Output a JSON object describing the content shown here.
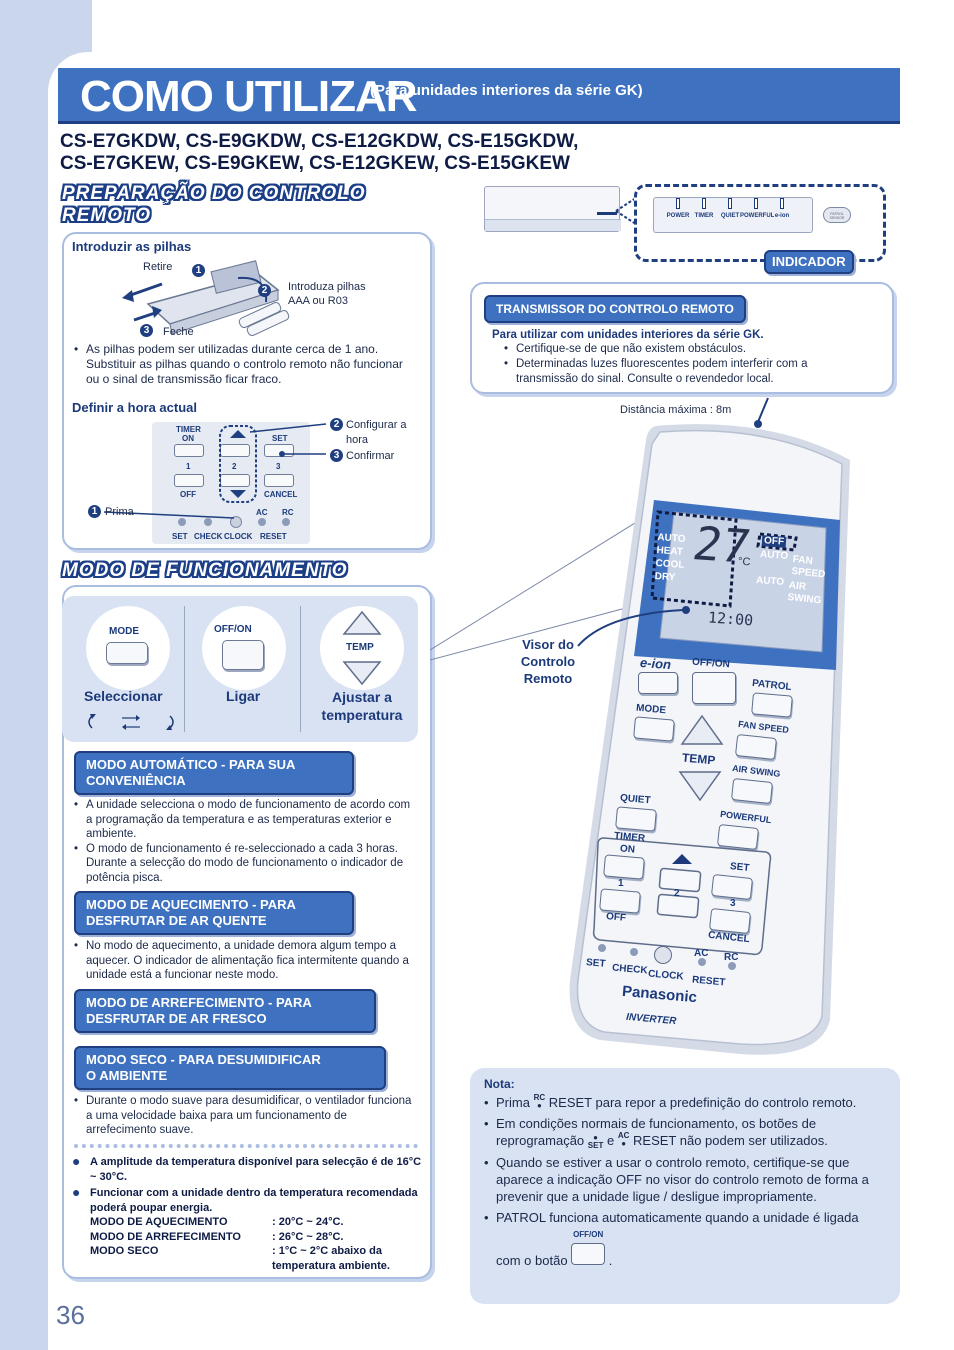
{
  "page": {
    "title": "COMO UTILIZAR",
    "subtitle": "(Para unidades interiores da série GK)",
    "models_line1": "CS-E7GKDW, CS-E9GKDW, CS-E12GKDW, CS-E15GKDW,",
    "models_line2": "CS-E7GKEW, CS-E9GKEW, CS-E12GKEW, CS-E15GKEW",
    "page_number": "36"
  },
  "indicator": {
    "label": "INDICADOR",
    "lamps": [
      "POWER",
      "TIMER",
      "QUIET",
      "POWERFUL",
      "e-ion"
    ],
    "patrol_text": "PATROL SENSOR"
  },
  "prep": {
    "heading_line1": "PREPARAÇÃO DO CONTROLO",
    "heading_line2": "REMOTO",
    "batteries_title": "Introduzir as pilhas",
    "step1": "Retire",
    "step2a": "Introduza pilhas",
    "step2b": "AAA ou R03",
    "step3": "Feche",
    "battery_note": "As pilhas podem ser utilizadas durante cerca de 1 ano. Substituir as pilhas quando o controlo remoto não funcionar ou o sinal de transmissão ficar fraco.",
    "clock_title": "Definir a hora actual",
    "clock_step2a": "Configurar a",
    "clock_step2b": "hora",
    "clock_step3": "Confirmar",
    "clock_step1": "Prima",
    "mini_labels": {
      "timer": "TIMER",
      "on": "ON",
      "set": "SET",
      "one": "1",
      "two": "2",
      "three": "3",
      "off": "OFF",
      "cancel": "CANCEL",
      "ac": "AC",
      "rc": "RC",
      "set2": "SET",
      "check": "CHECK",
      "clock": "CLOCK",
      "reset": "RESET"
    },
    "badges": {
      "n1": "1",
      "n2": "2",
      "n3": "3"
    }
  },
  "transmitter": {
    "label": "TRANSMISSOR DO CONTROLO REMOTO",
    "intro": "Para utilizar com unidades interiores da série GK.",
    "bullet1": "Certifique-se de que não existem obstáculos.",
    "bullet2": "Determinadas luzes fluorescentes podem interferir com a transmissão do sinal. Consulte o revendedor local.",
    "distance": "Distância máxima : 8m"
  },
  "modes": {
    "heading": "MODO DE FUNCIONAMENTO",
    "btn_mode": "MODE",
    "btn_offon": "OFF/ON",
    "btn_temp": "TEMP",
    "select": "Seleccionar",
    "on": "Ligar",
    "adjust_line1": "Ajustar a",
    "adjust_line2": "temperatura",
    "auto_label_line1": "MODO AUTOMÁTICO - PARA SUA",
    "auto_label_line2": "CONVENIÊNCIA",
    "auto_b1": "A unidade selecciona o modo de funcionamento de acordo com a programação da temperatura e as temperaturas exterior e ambiente.",
    "auto_b2": "O modo de funcionamento é re-seleccionado a cada 3 horas. Durante a selecção do modo de funcionamento o indicador de potência pisca.",
    "heat_label_line1": "MODO DE AQUECIMENTO - PARA",
    "heat_label_line2": "DESFRUTAR DE AR QUENTE",
    "heat_b1": "No modo de aquecimento, a unidade demora algum tempo a aquecer. O indicador de alimentação fica intermitente quando a unidade está a funcionar neste modo.",
    "cool_label_line1": "MODO DE ARREFECIMENTO - PARA",
    "cool_label_line2": "DESFRUTAR DE AR FRESCO",
    "dry_label_line1": "MODO SECO - PARA DESUMIDIFICAR",
    "dry_label_line2": "O AMBIENTE",
    "dry_b1": "Durante o modo suave para desumidificar, o ventilador funciona a uma velocidade baixa para um funcionamento de arrefecimento suave.",
    "range_note": "A amplitude da temperatura disponível para selecção é de 16°C ~ 30°C.",
    "recommend_note": "Funcionar com a unidade dentro da temperatura recomendada poderá poupar energia.",
    "rec_heat_label": "MODO DE AQUECIMENTO",
    "rec_heat_value": ": 20°C ~ 24°C.",
    "rec_cool_label": "MODO DE ARREFECIMENTO",
    "rec_cool_value": ": 26°C ~ 28°C.",
    "rec_dry_label": "MODO SECO",
    "rec_dry_value_line1": ": 1°C ~ 2°C abaixo da",
    "rec_dry_value_line2": "temperatura ambiente."
  },
  "remote": {
    "display_label_line1": "Visor do",
    "display_label_line2": "Controlo",
    "display_label_line3": "Remoto",
    "lcd_modes": [
      "AUTO",
      "HEAT",
      "COOL",
      "DRY"
    ],
    "lcd_temp": "27",
    "lcd_unit": "°C",
    "lcd_off": "OFF",
    "lcd_auto": "AUTO",
    "lcd_auto2": "AUTO",
    "lcd_fan": "FAN SPEED",
    "lcd_air": "AIR SWING",
    "lcd_clock": "12:00",
    "eion": "e-ion",
    "offon": "OFF/ON",
    "patrol": "PATROL",
    "mode": "MODE",
    "fan_speed": "FAN SPEED",
    "temp": "TEMP",
    "air_swing": "AIR SWING",
    "quiet": "QUIET",
    "powerful": "POWERFUL",
    "timer": "TIMER",
    "on": "ON",
    "set": "SET",
    "one": "1",
    "two": "2",
    "three": "3",
    "off": "OFF",
    "cancel": "CANCEL",
    "ac": "AC",
    "rc": "RC",
    "set2": "SET",
    "check": "CHECK",
    "clock": "CLOCK",
    "reset": "RESET",
    "brand": "Panasonic",
    "inverter": "INVERTER"
  },
  "notes": {
    "title": "Nota:",
    "n1_a": "Prima",
    "n1_icon": "RC",
    "n1_b": "RESET  para repor a predefinição do controlo remoto.",
    "n2_a": "Em condições normais de funcionamento, os botões de reprogramação",
    "n2_icon1": "SET",
    "n2_mid": "e",
    "n2_icon2": "AC",
    "n2_b": "RESET não podem ser utilizados.",
    "n3": "Quando se estiver a usar o controlo remoto, certifique-se que aparece a indicação OFF no visor do controlo remoto de forma a prevenir que a unidade ligue / desligue impropriamente.",
    "n4": "PATROL funciona automaticamente quando a unidade é ligada com o botão",
    "n4_btn": "OFF/ON",
    "n4_end": "."
  }
}
